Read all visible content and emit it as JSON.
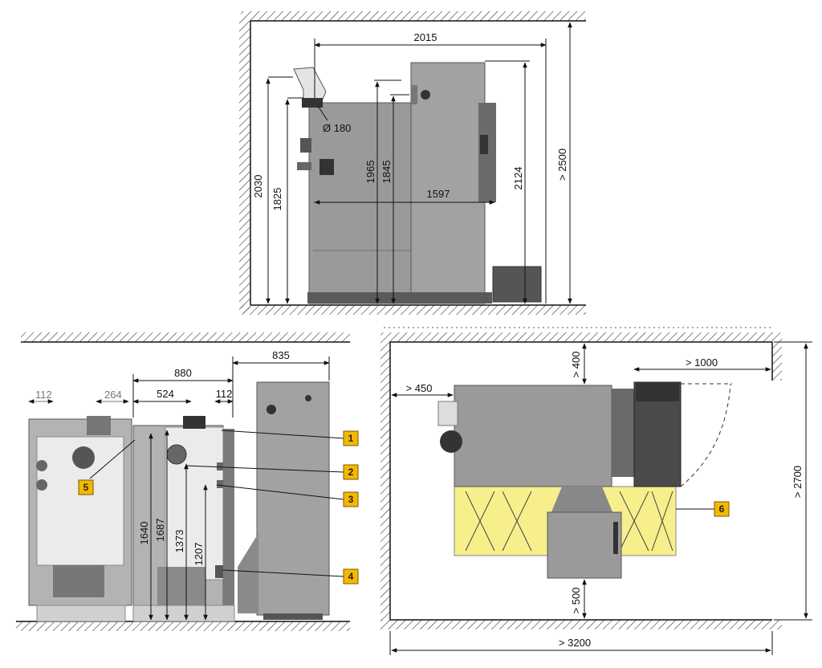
{
  "colors": {
    "body": "#9a9a9a",
    "body_light": "#b3b3b3",
    "dark": "#4a4a4a",
    "panel": "#ebebeb",
    "hatch": "#333333",
    "callout_fill": "#f5b800",
    "zone_fill": "#f6ef8c"
  },
  "side_view": {
    "width_total": "2015",
    "flue_diameter": "Ø 180",
    "length_1597": "1597",
    "height_2030": "2030",
    "height_1825": "1825",
    "height_1965": "1965",
    "height_1845": "1845",
    "height_2124": "2124",
    "ceiling_min": "> 2500"
  },
  "front_view": {
    "w112_left": "112",
    "w264": "264",
    "w880": "880",
    "w524": "524",
    "w112_right": "112",
    "w835": "835",
    "h1640": "1640",
    "h1687": "1687",
    "h1373": "1373",
    "h1207": "1207"
  },
  "plan_view": {
    "clear_rear": "> 400",
    "clear_side": "> 1000",
    "clear_left": "> 450",
    "clear_front": "> 500",
    "room_depth": "> 2700",
    "room_width": "> 3200"
  },
  "callouts": [
    "1",
    "2",
    "3",
    "4",
    "5",
    "6"
  ]
}
